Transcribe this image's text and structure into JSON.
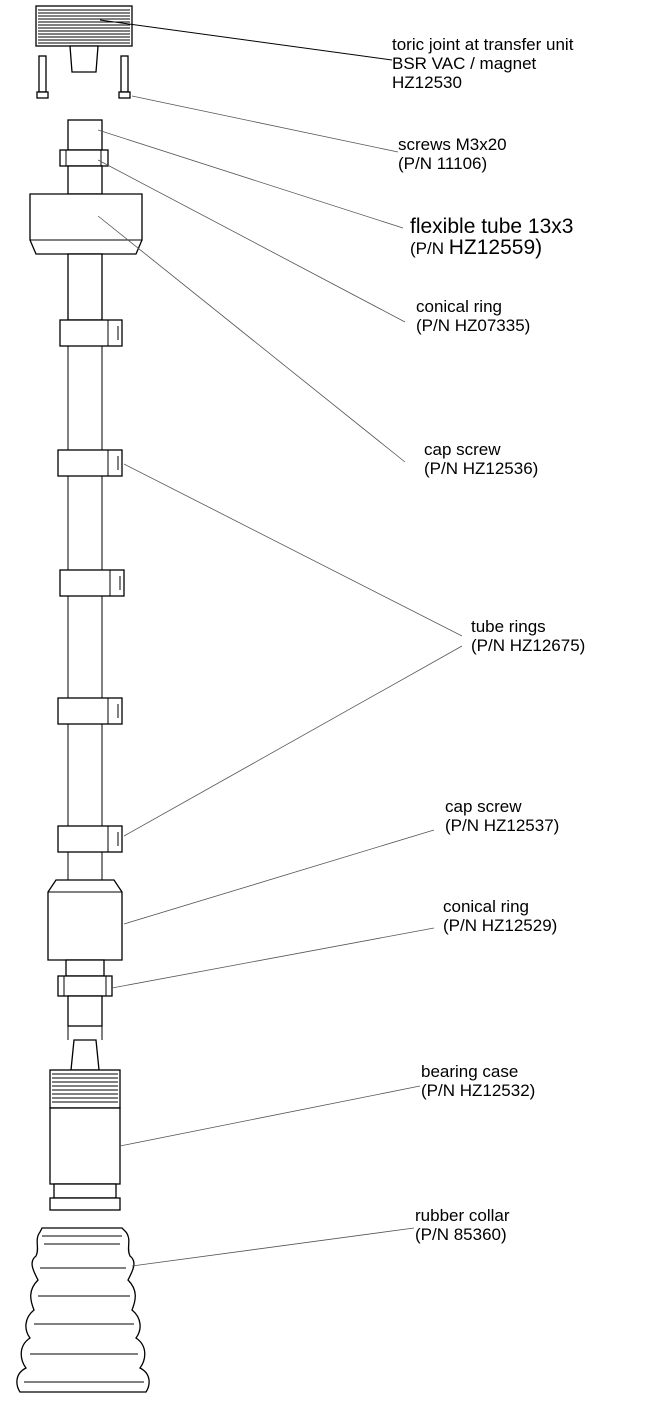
{
  "labels": {
    "toric_joint": {
      "line1": "toric joint at transfer unit",
      "line2": "BSR VAC / magnet",
      "line3": "HZ12530"
    },
    "screws": {
      "line1": "screws M3x20",
      "line2": "(P/N 11106)"
    },
    "flexible_tube": {
      "line1": "flexible tube 13x3",
      "pn_prefix": "(P/N ",
      "pn": "HZ12559",
      "pn_suffix": ")"
    },
    "conical_ring_top": {
      "line1": "conical ring",
      "line2": "(P/N HZ07335)"
    },
    "cap_screw_top": {
      "line1": "cap screw",
      "line2": "(P/N HZ12536)"
    },
    "tube_rings": {
      "line1": "tube rings",
      "line2": "(P/N HZ12675)"
    },
    "cap_screw_bottom": {
      "line1": "cap screw",
      "line2": "(P/N HZ12537)"
    },
    "conical_ring_bottom": {
      "line1": "conical ring",
      "line2": "(P/N HZ12529)"
    },
    "bearing_case": {
      "line1": "bearing case",
      "line2": "(P/N HZ12532)"
    },
    "rubber_collar": {
      "line1": "rubber collar",
      "line2": "(P/N 85360)"
    }
  }
}
